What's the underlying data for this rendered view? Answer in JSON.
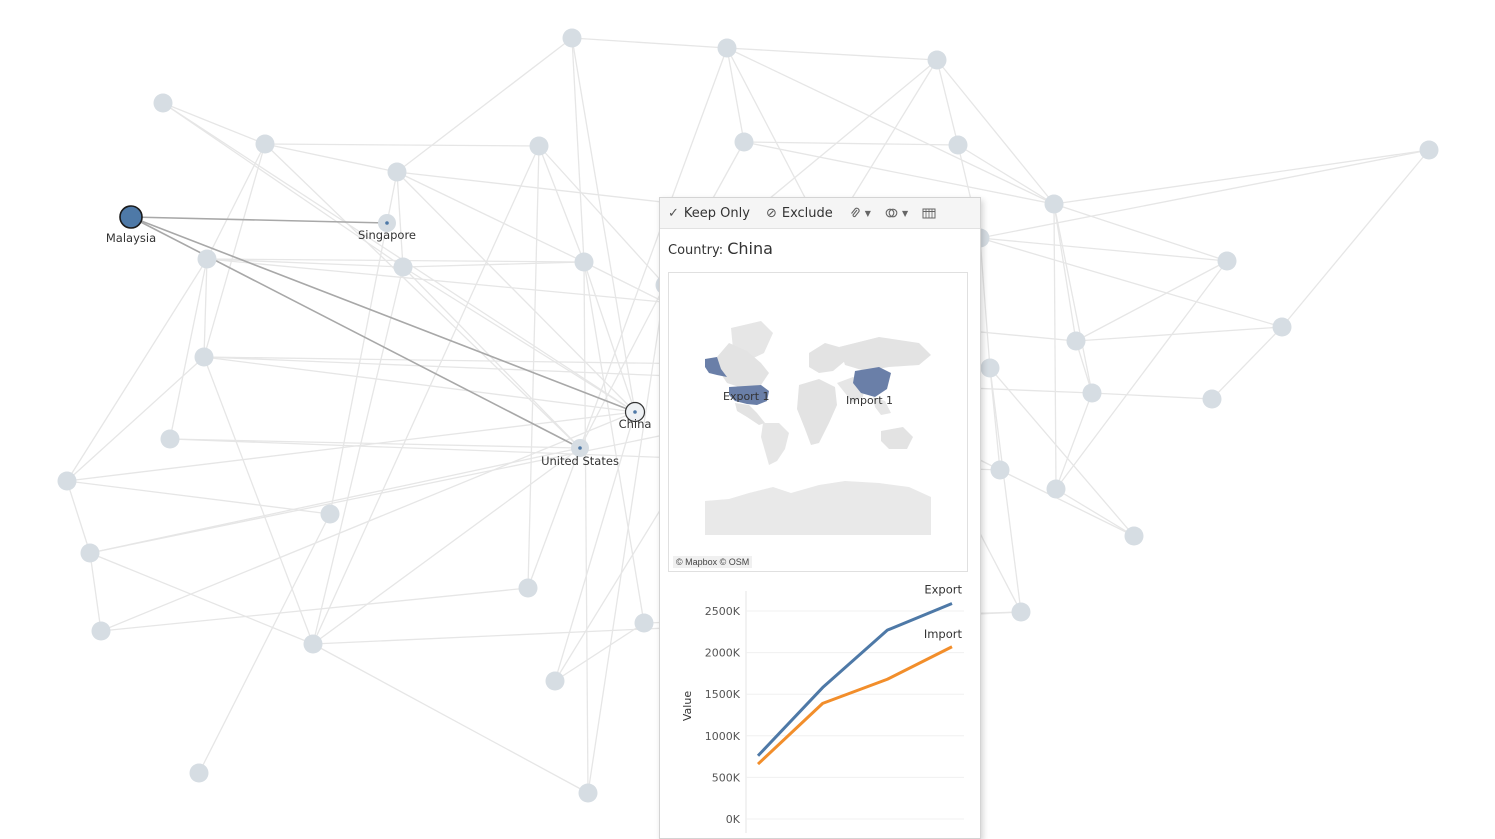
{
  "network": {
    "nodes": [
      {
        "id": "n1"
      },
      {
        "id": "n2"
      },
      {
        "id": "n3"
      },
      {
        "id": "n4"
      },
      {
        "id": "n5"
      },
      {
        "id": "n6"
      },
      {
        "id": "n7"
      },
      {
        "id": "n8"
      },
      {
        "id": "n9"
      },
      {
        "id": "n10"
      },
      {
        "id": "n11"
      },
      {
        "id": "malaysia",
        "label": "Malaysia"
      },
      {
        "id": "singapore",
        "label": "Singapore"
      },
      {
        "id": "n14"
      },
      {
        "id": "n15"
      },
      {
        "id": "n16"
      },
      {
        "id": "n17"
      },
      {
        "id": "n18"
      },
      {
        "id": "china",
        "label": "China"
      },
      {
        "id": "usa",
        "label": "United States"
      },
      {
        "id": "n21"
      },
      {
        "id": "n22"
      },
      {
        "id": "n23"
      },
      {
        "id": "n24"
      },
      {
        "id": "n25"
      },
      {
        "id": "n26"
      },
      {
        "id": "n27"
      },
      {
        "id": "n28"
      },
      {
        "id": "n29"
      },
      {
        "id": "n30"
      },
      {
        "id": "n31"
      },
      {
        "id": "n32"
      },
      {
        "id": "n33"
      },
      {
        "id": "n34"
      },
      {
        "id": "n35"
      },
      {
        "id": "n36"
      },
      {
        "id": "n37"
      },
      {
        "id": "n38"
      },
      {
        "id": "n39"
      },
      {
        "id": "n40"
      },
      {
        "id": "n41"
      },
      {
        "id": "n42"
      }
    ],
    "selected_node": "malaysia",
    "selected_color": "#4e79a7"
  },
  "tooltip": {
    "keep_only_label": "Keep Only",
    "exclude_label": "Exclude",
    "field_name": "Country:",
    "field_value": "China",
    "map": {
      "credit": "© Mapbox © OSM",
      "export_label": "Export 1",
      "import_label": "Import 1",
      "highlight_color": "#6a7fa8"
    }
  },
  "chart_data": {
    "type": "line",
    "ylabel": "Value",
    "yticks": [
      "0K",
      "500K",
      "1000K",
      "1500K",
      "2000K",
      "2500K"
    ],
    "ylim": [
      0,
      2500000
    ],
    "x": [
      1,
      2,
      3,
      4
    ],
    "series": [
      {
        "name": "Export",
        "color": "#4e79a7",
        "values": [
          760000,
          1580000,
          2270000,
          2590000
        ]
      },
      {
        "name": "Import",
        "color": "#f28e2b",
        "values": [
          660000,
          1390000,
          1680000,
          2070000
        ]
      }
    ]
  }
}
